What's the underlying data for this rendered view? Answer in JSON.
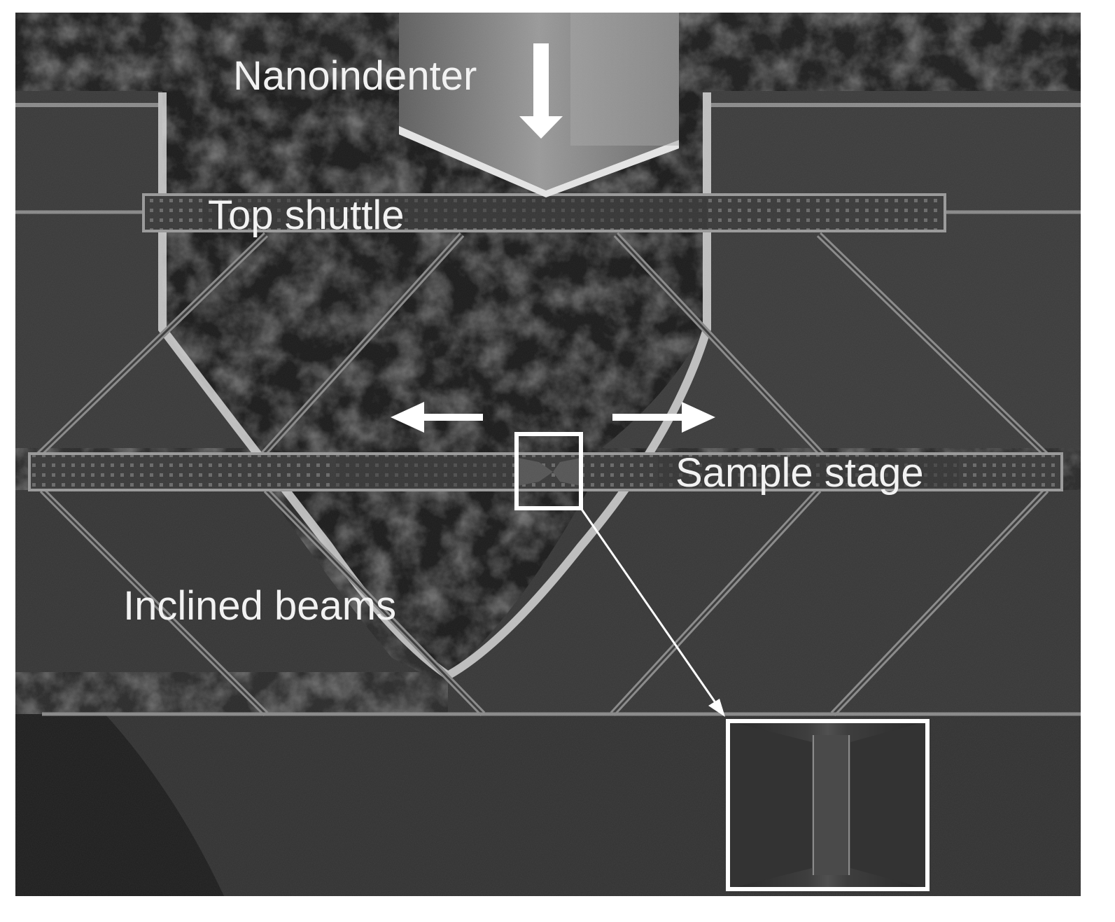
{
  "labels": {
    "nanoindenter": "Nanoindenter",
    "top_shuttle": "Top shuttle",
    "sample_stage": "Sample stage",
    "inclined_beams": "Inclined beams"
  },
  "colors": {
    "background": "#2b2b2b",
    "annotation": "#ffffff"
  }
}
